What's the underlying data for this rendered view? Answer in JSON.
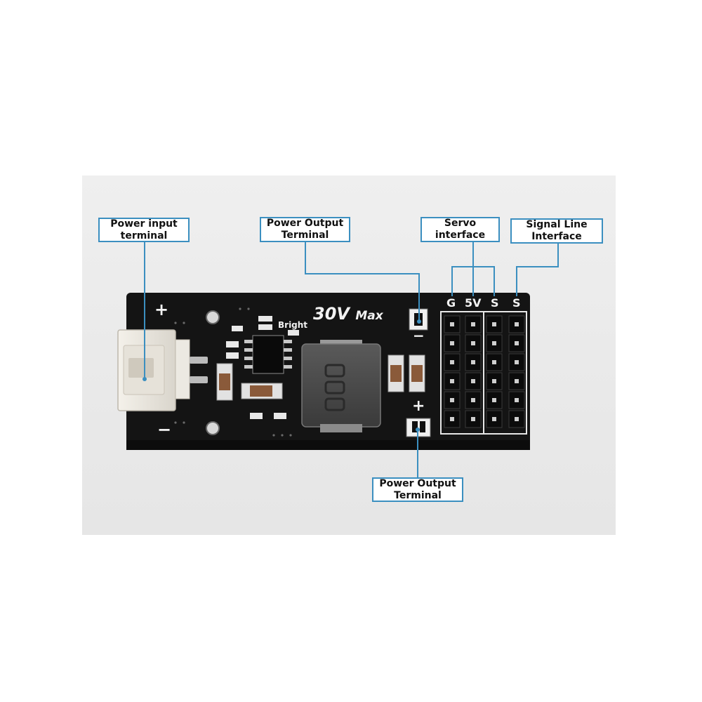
{
  "callouts": {
    "power_input": "Power input\nterminal",
    "power_output_top": "Power Output\nTerminal",
    "servo": "Servo\ninterface",
    "signal": "Signal Line\nInterface",
    "power_output_bottom": "Power Output\nTerminal"
  },
  "board": {
    "voltage": "30V",
    "voltage_suffix": "Max",
    "led_label": "Bright",
    "input_plus": "+",
    "input_minus": "−",
    "output_minus": "−",
    "output_plus": "+",
    "pin_g": "G",
    "pin_5v": "5V",
    "pin_s1": "S",
    "pin_s2": "S"
  },
  "colors": {
    "pcb": "#141414",
    "callout_border": "#3b8fc0",
    "leader_line": "#3b8fc0"
  }
}
